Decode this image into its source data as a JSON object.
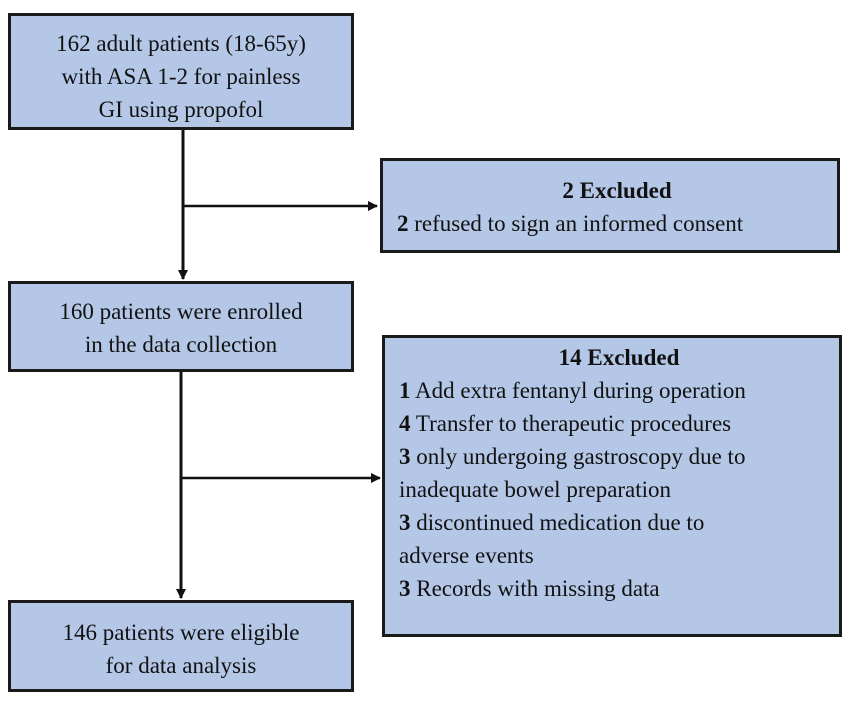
{
  "boxes": {
    "initial": {
      "lines": [
        "162 adult patients (18-65y)",
        "with ASA 1-2  for painless",
        "GI using propofol"
      ]
    },
    "excluded_first": {
      "title": "2 Excluded",
      "items": [
        {
          "count": "2",
          "text": " refused to sign an informed consent"
        }
      ]
    },
    "enrolled": {
      "lines": [
        "160 patients were enrolled",
        "in the data collection"
      ]
    },
    "excluded_second": {
      "title": "14 Excluded",
      "items": [
        {
          "count": "1",
          "text": " Add extra fentanyl during operation"
        },
        {
          "count": "4",
          "text": " Transfer to therapeutic procedures"
        },
        {
          "count": "3",
          "text": " only undergoing gastroscopy due to",
          "continuation": "inadequate bowel preparation"
        },
        {
          "count": "3",
          "text": " discontinued medication due to",
          "continuation": "adverse events"
        },
        {
          "count": "3",
          "text": " Records with missing data"
        }
      ]
    },
    "eligible": {
      "lines": [
        "146 patients were eligible",
        "for data analysis"
      ]
    }
  }
}
